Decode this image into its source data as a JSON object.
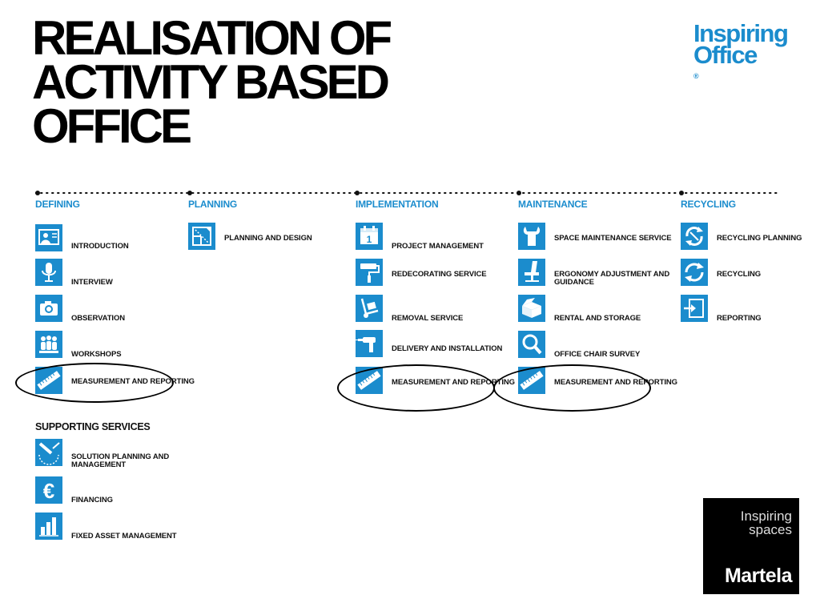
{
  "title": {
    "line1": "REALISATION OF",
    "line2": "ACTIVITY BASED",
    "line3": "OFFICE"
  },
  "logo_inspiring_office": {
    "line1": "Inspiring",
    "line2": "Office",
    "mark": "®"
  },
  "phases": {
    "defining": "DEFINING",
    "planning": "PLANNING",
    "implementation": "IMPLEMENTATION",
    "maintenance": "MAINTENANCE",
    "recycling": "RECYCLING"
  },
  "defining_items": [
    {
      "label": "INTRODUCTION",
      "icon": "presentation-icon"
    },
    {
      "label": "INTERVIEW",
      "icon": "microphone-icon"
    },
    {
      "label": "OBSERVATION",
      "icon": "camera-icon"
    },
    {
      "label": "WORKSHOPS",
      "icon": "group-icon"
    },
    {
      "label": "MEASUREMENT AND REPORTING",
      "icon": "ruler-icon"
    }
  ],
  "planning_items": [
    {
      "label": "PLANNING AND DESIGN",
      "icon": "floorplan-icon"
    }
  ],
  "implementation_items": [
    {
      "label": "PROJECT MANAGEMENT",
      "icon": "calendar-icon"
    },
    {
      "label": "REDECORATING SERVICE",
      "icon": "paint-roller-icon"
    },
    {
      "label": "REMOVAL SERVICE",
      "icon": "hand-truck-icon"
    },
    {
      "label": "DELIVERY AND INSTALLATION",
      "icon": "drill-icon"
    },
    {
      "label": "MEASUREMENT AND REPORTING",
      "icon": "ruler-icon"
    }
  ],
  "maintenance_items": [
    {
      "label": "SPACE MAINTENANCE SERVICE",
      "icon": "wrench-icon"
    },
    {
      "label": "ERGONOMY ADJUSTMENT AND GUIDANCE",
      "icon": "office-chair-icon"
    },
    {
      "label": "RENTAL AND STORAGE",
      "icon": "storage-box-icon"
    },
    {
      "label": "OFFICE CHAIR SURVEY",
      "icon": "magnifier-icon"
    },
    {
      "label": "MEASUREMENT AND REPORTING",
      "icon": "ruler-icon"
    }
  ],
  "recycling_items": [
    {
      "label": "RECYCLING PLANNING",
      "icon": "recycle-plan-icon"
    },
    {
      "label": "RECYCLING",
      "icon": "recycle-icon"
    },
    {
      "label": "REPORTING",
      "icon": "report-icon"
    }
  ],
  "supporting": {
    "title": "SUPPORTING SERVICES",
    "items": [
      {
        "label": "SOLUTION PLANNING AND MANAGEMENT",
        "icon": "pen-plan-icon"
      },
      {
        "label": "FINANCING",
        "icon": "euro-icon"
      },
      {
        "label": "FIXED ASSET MANAGEMENT",
        "icon": "bar-chart-icon"
      }
    ]
  },
  "martela": {
    "tag_line1": "Inspiring",
    "tag_line2": "spaces",
    "brand": "Martela"
  },
  "colors": {
    "accent": "#1b8ccd",
    "text": "#111111",
    "badge_bg": "#000000"
  }
}
